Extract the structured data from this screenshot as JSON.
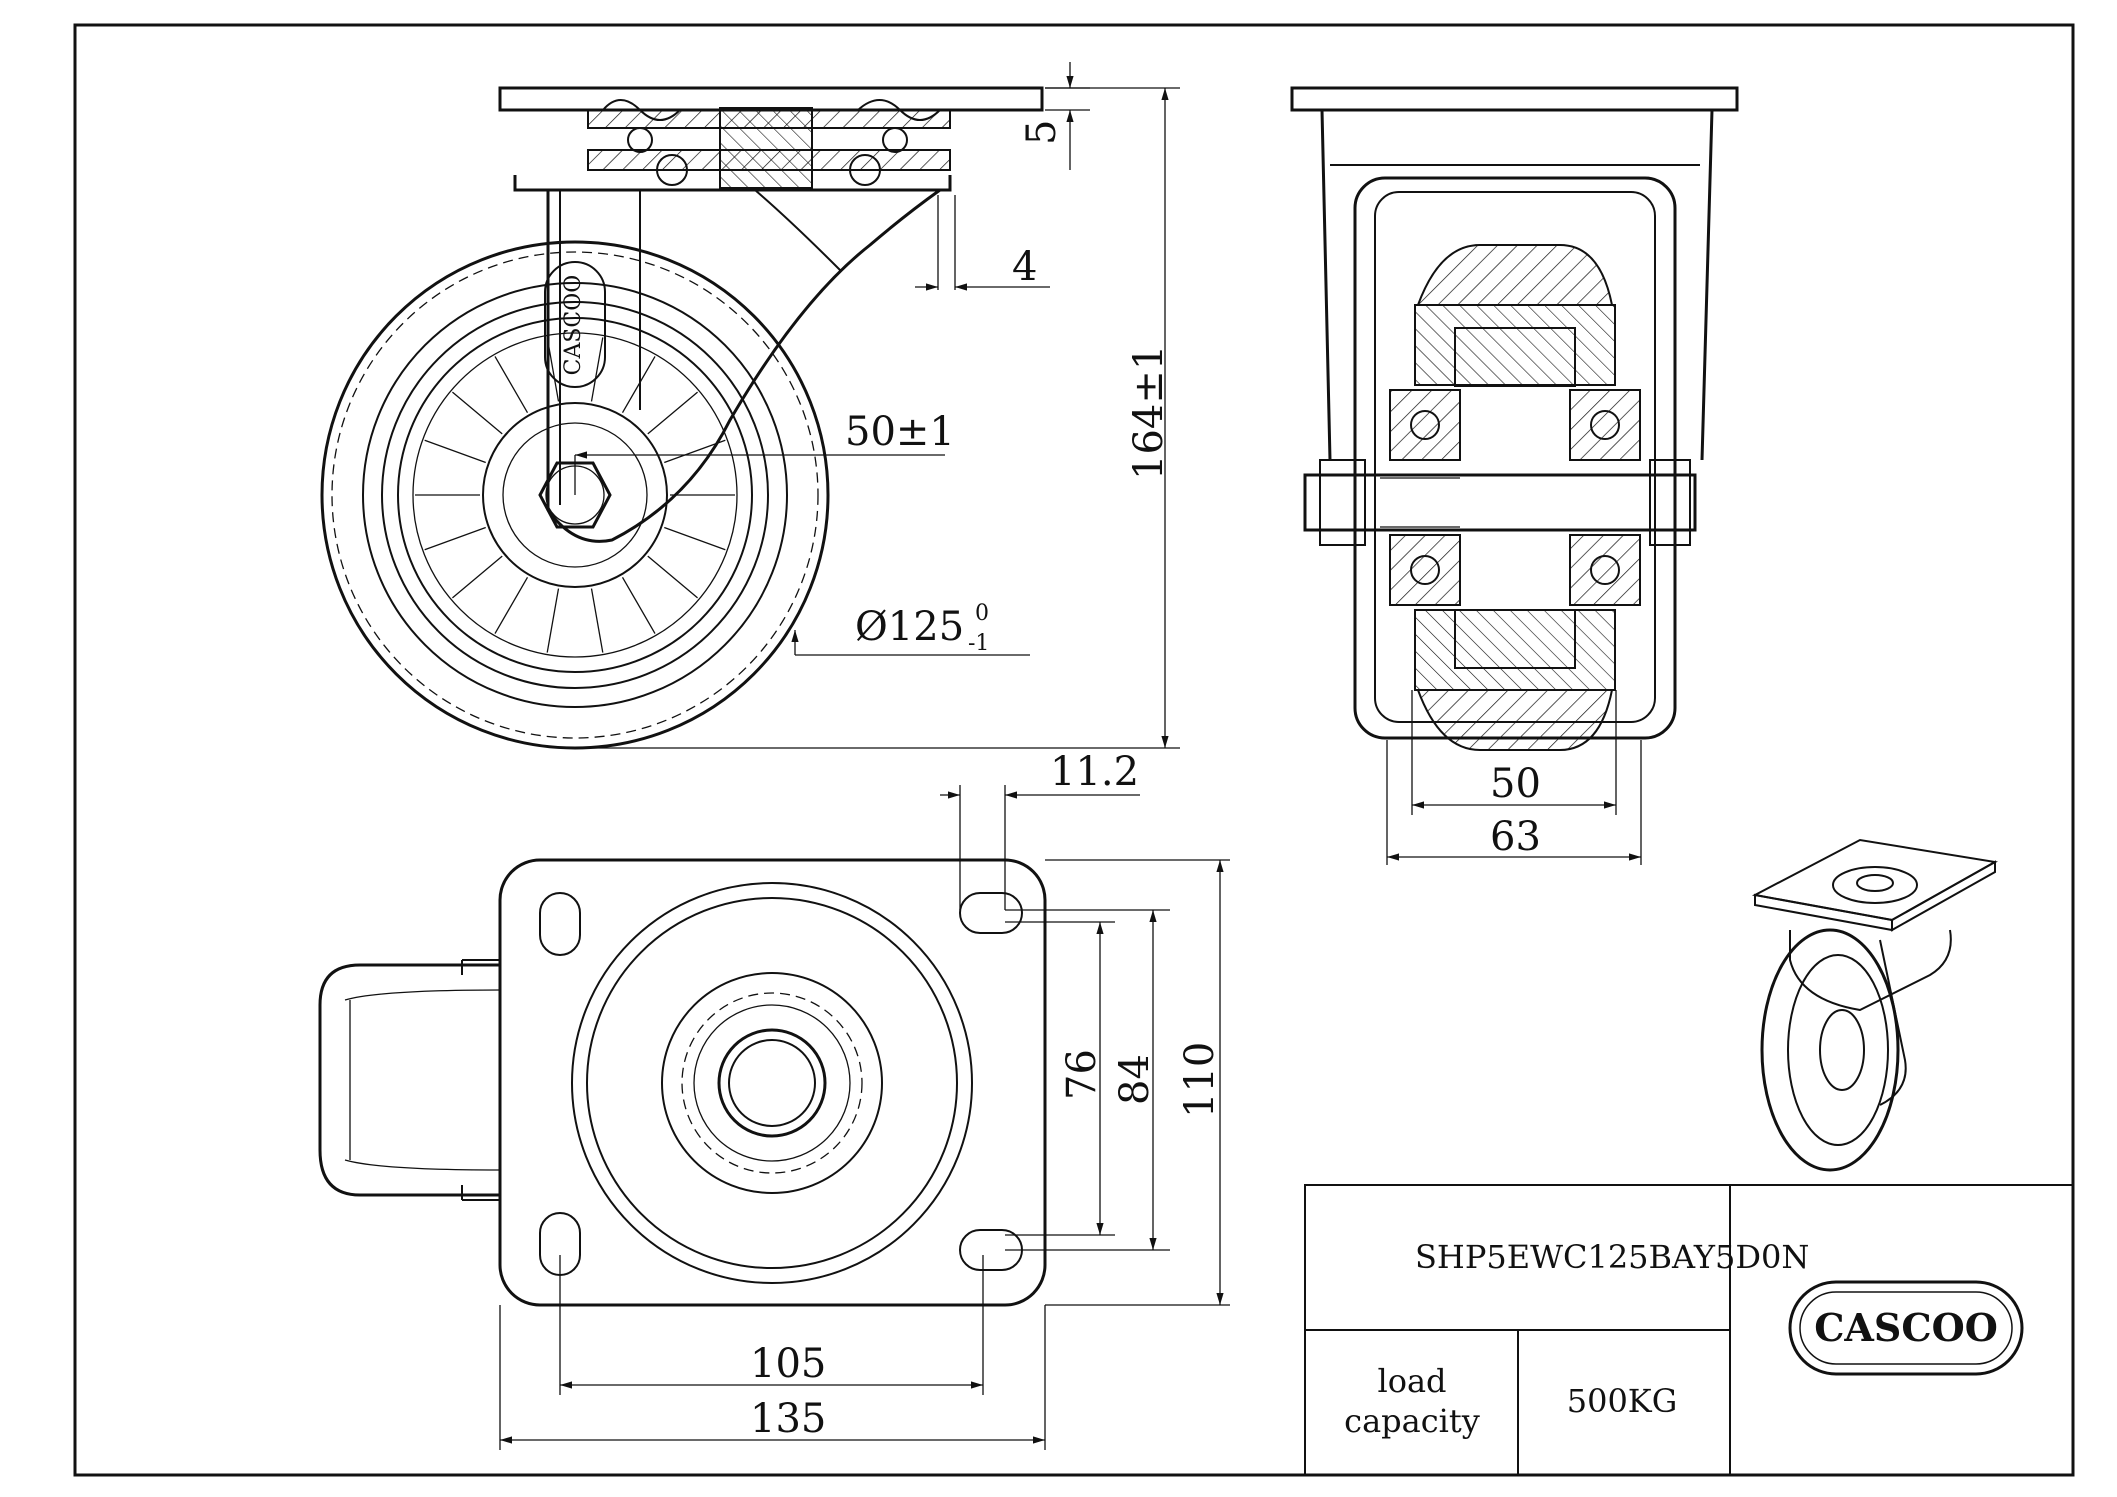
{
  "dimensions": {
    "plate_offset": "5",
    "kingpin_offset": "4",
    "overall_height": "164±1",
    "swivel_offset": "50±1",
    "wheel_diameter": "125",
    "wheel_diameter_tol_upper": "0",
    "wheel_diameter_tol_lower": "-1",
    "wheel_width": "50",
    "fork_width": "63",
    "slot_offset": "11.2",
    "hole_spacing_y_inner": "76",
    "hole_spacing_y_outer": "84",
    "plate_height": "110",
    "hole_spacing_x": "105",
    "plate_width": "135"
  },
  "title_block": {
    "model_number": "SHP5EWC125BAY5D0N",
    "load_label_line1": "load",
    "load_label_line2": "capacity",
    "load_value": "500KG",
    "brand_logo_text": "CASCOO"
  },
  "colors": {
    "line": "#111111",
    "background": "#ffffff"
  }
}
